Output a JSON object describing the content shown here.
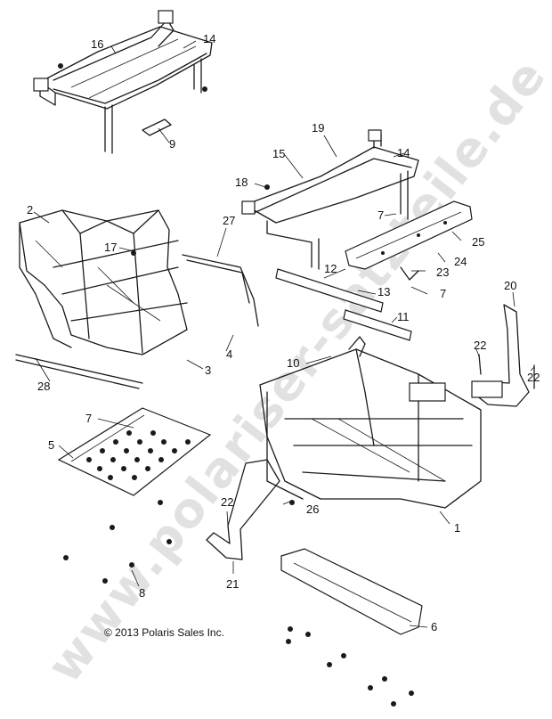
{
  "diagram": {
    "copyright": "© 2013 Polaris Sales Inc.",
    "watermark": "www.polariser-satzteile.de",
    "callouts": {
      "c1": "1",
      "c2": "2",
      "c3": "3",
      "c4": "4",
      "c5": "5",
      "c6": "6",
      "c7a": "7",
      "c7b": "7",
      "c7c": "7",
      "c8": "8",
      "c9": "9",
      "c10": "10",
      "c11": "11",
      "c12": "12",
      "c13": "13",
      "c14a": "14",
      "c14b": "14",
      "c15": "15",
      "c16": "16",
      "c17": "17",
      "c18": "18",
      "c19": "19",
      "c20": "20",
      "c21": "21",
      "c22a": "22",
      "c22b": "22",
      "c22c": "22",
      "c23": "23",
      "c24": "24",
      "c25": "25",
      "c26": "26",
      "c27": "27",
      "c28": "28"
    }
  }
}
